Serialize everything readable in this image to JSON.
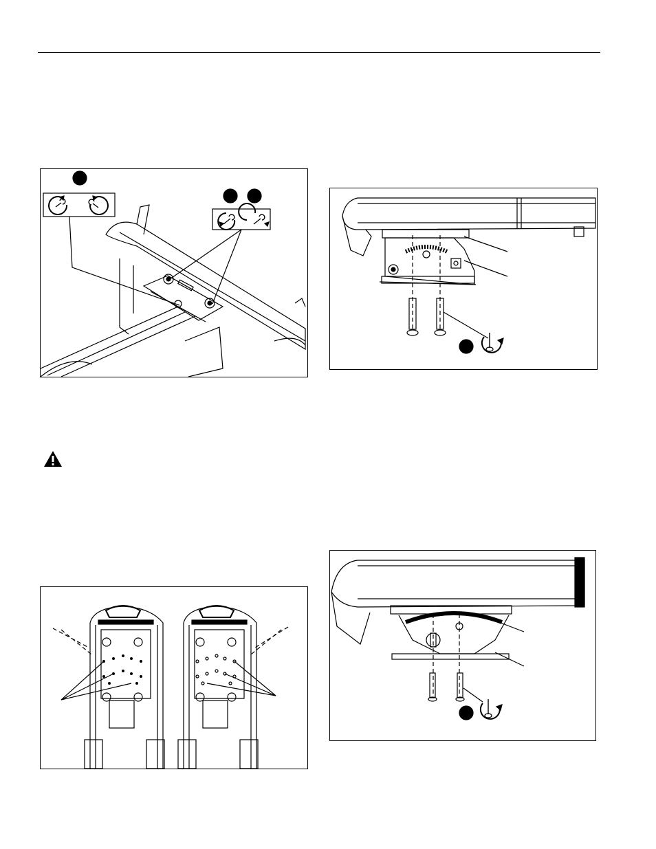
{
  "page": {
    "header_rule": true,
    "accent_color": "#000000"
  },
  "figures": [
    {
      "id": "fig-a",
      "subject": "bracket-on-rail",
      "icons": [
        "step-marker-icon",
        "wrench-loosen-icon",
        "wrench-tighten-icon"
      ]
    },
    {
      "id": "fig-b",
      "subject": "projector-interface-side-view",
      "icons": [
        "step-marker-icon",
        "screwdriver-tighten-icon"
      ]
    },
    {
      "id": "fig-c",
      "subject": "mounting-plate-hole-patterns",
      "icons": []
    },
    {
      "id": "fig-d",
      "subject": "projector-interface-rotated-view",
      "icons": [
        "step-marker-icon",
        "screwdriver-tighten-icon"
      ]
    }
  ],
  "warning": {
    "icon": "warning-triangle-icon"
  }
}
